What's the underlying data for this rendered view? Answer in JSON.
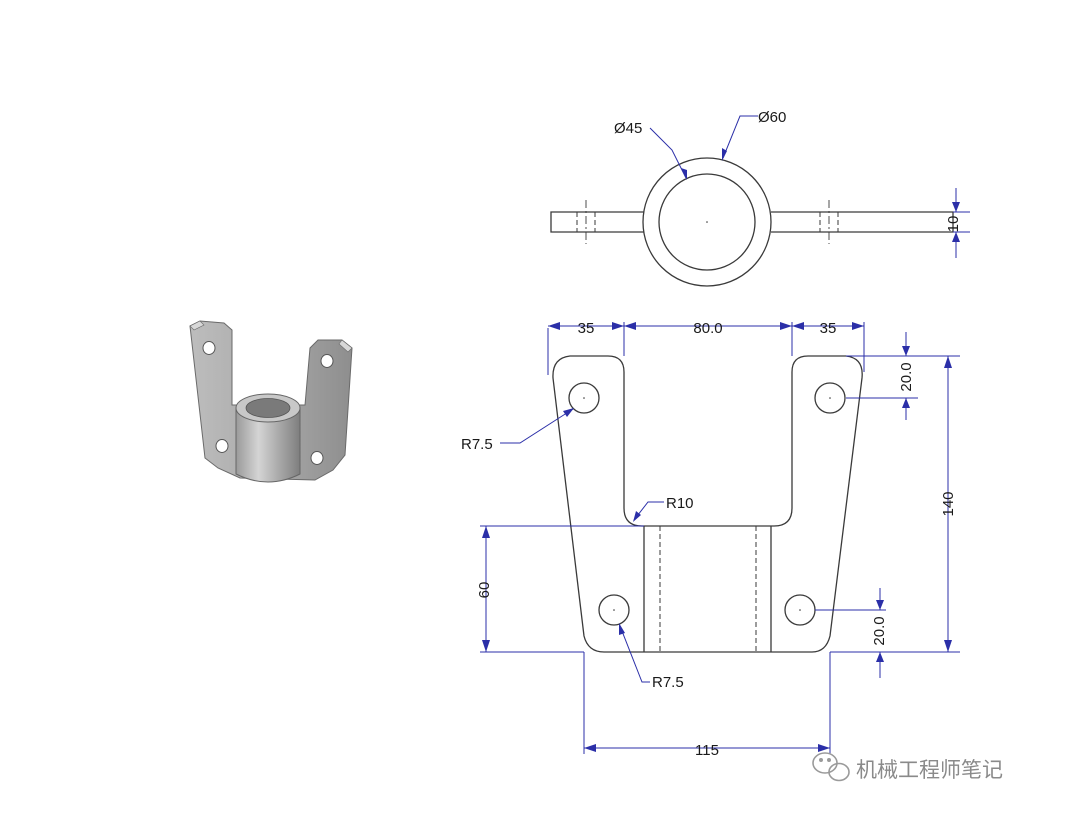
{
  "dimensions": {
    "dia_inner": "Ø45",
    "dia_outer": "Ø60",
    "thickness": "10",
    "top_left_width": "35",
    "top_slot_width": "80.0",
    "top_right_width": "35",
    "top_hole_offset": "20.0",
    "overall_height": "140",
    "upper_hole_radius": "R7.5",
    "slot_fillet": "R10",
    "tube_height": "60",
    "lower_hole_offset": "20.0",
    "lower_hole_radius": "R7.5",
    "bottom_width": "115"
  },
  "watermark": {
    "text": "机械工程师笔记",
    "icon": "wechat-icon"
  }
}
